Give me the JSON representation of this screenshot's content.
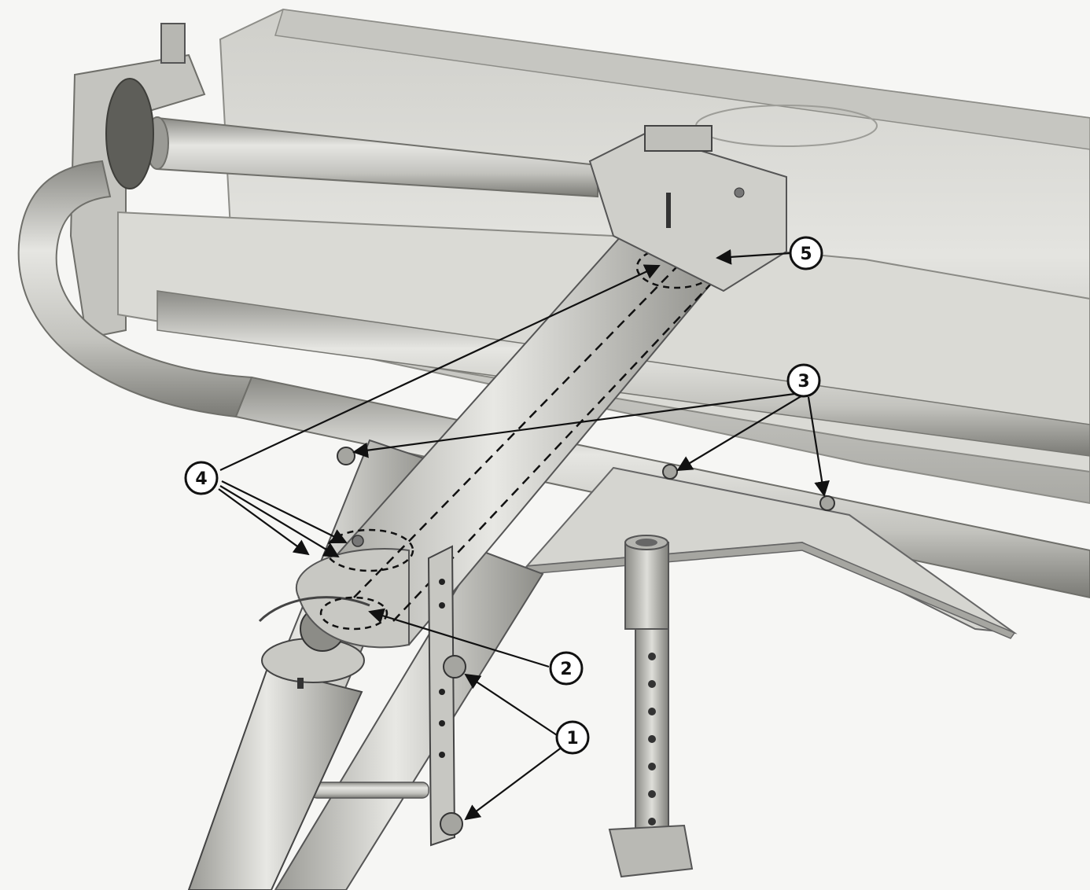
{
  "figure": {
    "callouts": [
      {
        "id": "1",
        "label": "1"
      },
      {
        "id": "2",
        "label": "2"
      },
      {
        "id": "3",
        "label": "3"
      },
      {
        "id": "4",
        "label": "4"
      },
      {
        "id": "5",
        "label": "5"
      }
    ]
  },
  "colors": {
    "metal_light": "#d8d8d4",
    "metal_mid": "#b9b9b4",
    "metal_dark": "#7d7d78",
    "ink": "#111111"
  }
}
